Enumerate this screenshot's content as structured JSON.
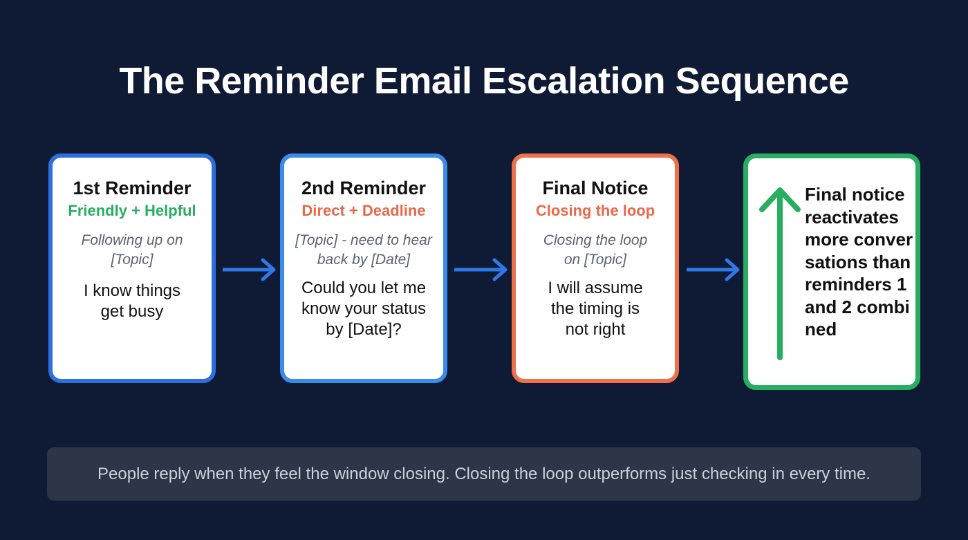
{
  "title": "The Reminder Email Escalation Sequence",
  "colors": {
    "background": "#0f1b35",
    "card1_border": "#2d6fe0",
    "card2_border": "#3b8bea",
    "card3_border": "#f0704a",
    "card4_border": "#27ae60",
    "arrow": "#2f78e8",
    "green_text": "#27ae60",
    "orange_text": "#e8694a",
    "footer_bg": "#2c3648"
  },
  "steps": [
    {
      "heading": "1st Reminder",
      "tone": "Friendly + Helpful",
      "subject": "Following up on [Topic]",
      "body": "I know things get busy"
    },
    {
      "heading": "2nd Reminder",
      "tone": "Direct + Deadline",
      "subject": "[Topic] - need to hear back by [Date]",
      "body": "Could you let me know your status by [Date]?"
    },
    {
      "heading": "Final Notice",
      "tone": "Closing the loop",
      "subject": "Closing the loop on [Topic]",
      "body": "I will assume the timing is not right"
    }
  ],
  "stat": {
    "icon": "arrow-up-icon",
    "text": "Final notice reactivates more conversations than reminders 1 and 2 combined"
  },
  "connectors": [
    "arrow-right-icon",
    "arrow-right-icon",
    "arrow-right-icon"
  ],
  "footer": {
    "text": "People reply when they feel the window closing. Closing the loop outperforms just checking in every time."
  }
}
